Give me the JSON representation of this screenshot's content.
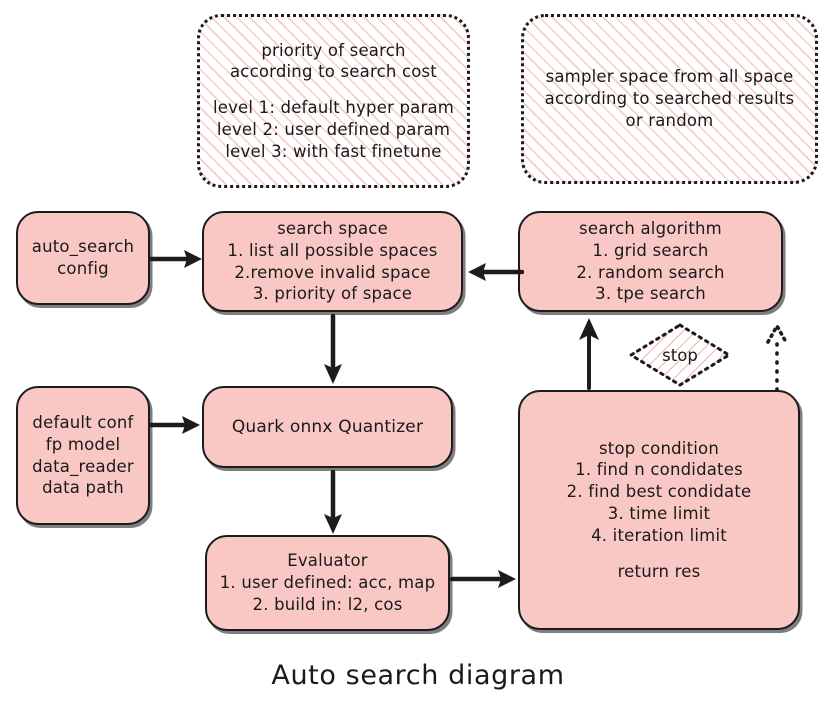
{
  "diagram": {
    "caption": "Auto search diagram",
    "colors": {
      "node_fill": "#f9c8c4",
      "node_border": "#1c1c1c",
      "hatch_line": "#f4a09b",
      "background": "#ffffff",
      "text": "#1a1a1a"
    },
    "notes": [
      {
        "id": "priority-note",
        "lines": [
          "priority of search",
          "according to search cost",
          "",
          "level 1: default hyper param",
          "level 2: user defined param",
          "level 3: with fast finetune"
        ]
      },
      {
        "id": "sampler-note",
        "lines": [
          "sampler space from all space",
          "according to searched results",
          "or random"
        ]
      }
    ],
    "nodes": [
      {
        "id": "auto-search-config",
        "lines": [
          "auto_search",
          "config"
        ]
      },
      {
        "id": "search-space",
        "lines": [
          "search space",
          "1. list all possible spaces",
          "2.remove invalid space",
          "3. priority of space"
        ]
      },
      {
        "id": "search-algorithm",
        "lines": [
          "search algorithm",
          "1. grid search",
          "2. random search",
          "3. tpe search"
        ]
      },
      {
        "id": "default-conf",
        "lines": [
          "default conf",
          "fp model",
          "data_reader",
          "data path"
        ]
      },
      {
        "id": "quark-onnx-quantizer",
        "lines": [
          "Quark onnx Quantizer"
        ]
      },
      {
        "id": "evaluator",
        "lines": [
          "Evaluator",
          "1. user defined: acc, map",
          "2. build in: l2, cos"
        ]
      },
      {
        "id": "stop-condition",
        "lines": [
          "stop condition",
          "1. find n condidates",
          "2. find best condidate",
          "3. time limit",
          "4. iteration limit",
          "",
          "return res"
        ]
      }
    ],
    "decision": {
      "id": "stop-decision",
      "label": "stop"
    },
    "edges": [
      {
        "id": "config-to-search-space",
        "style": "solid",
        "direction": "right"
      },
      {
        "id": "algorithm-to-search-space",
        "style": "solid",
        "direction": "left"
      },
      {
        "id": "search-space-to-quantizer",
        "style": "solid",
        "direction": "down"
      },
      {
        "id": "default-conf-to-quantizer",
        "style": "solid",
        "direction": "right"
      },
      {
        "id": "quantizer-to-evaluator",
        "style": "solid",
        "direction": "down"
      },
      {
        "id": "evaluator-to-stop-condition",
        "style": "solid",
        "direction": "right"
      },
      {
        "id": "stop-condition-to-algorithm",
        "style": "solid",
        "direction": "up"
      },
      {
        "id": "stop-condition-to-sampler-note",
        "style": "dotted",
        "direction": "up"
      }
    ]
  }
}
